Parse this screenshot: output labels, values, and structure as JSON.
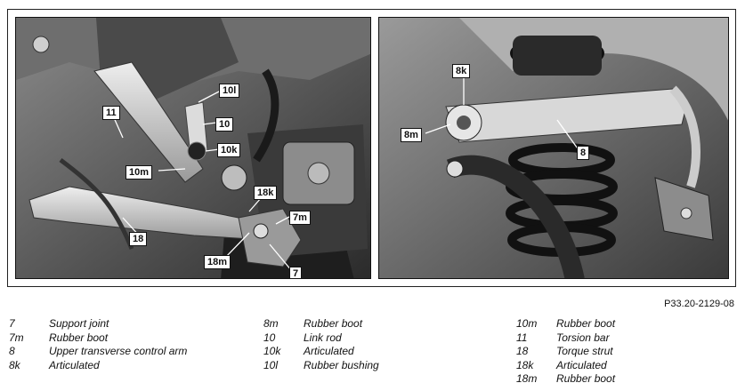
{
  "callouts": {
    "left": {
      "c10l": "10l",
      "c11": "11",
      "c10": "10",
      "c10k": "10k",
      "c10m": "10m",
      "c18k": "18k",
      "c7m": "7m",
      "c18": "18",
      "c18m": "18m",
      "c7": "7"
    },
    "right": {
      "c8k": "8k",
      "c8m": "8m",
      "c8": "8"
    }
  },
  "reference": "P33.20-2129-08",
  "legend": {
    "col1": [
      {
        "code": "7",
        "text": "Support joint"
      },
      {
        "code": "7m",
        "text": "Rubber boot"
      },
      {
        "code": "8",
        "text": "Upper transverse control arm"
      },
      {
        "code": "8k",
        "text": "Articulated"
      }
    ],
    "col2": [
      {
        "code": "8m",
        "text": "Rubber boot"
      },
      {
        "code": "10",
        "text": "Link rod"
      },
      {
        "code": "10k",
        "text": "Articulated"
      },
      {
        "code": "10l",
        "text": "Rubber bushing"
      }
    ],
    "col3": [
      {
        "code": "10m",
        "text": "Rubber boot"
      },
      {
        "code": "11",
        "text": "Torsion bar"
      },
      {
        "code": "18",
        "text": "Torque strut"
      },
      {
        "code": "18k",
        "text": "Articulated"
      },
      {
        "code": "18m",
        "text": "Rubber boot"
      }
    ]
  }
}
